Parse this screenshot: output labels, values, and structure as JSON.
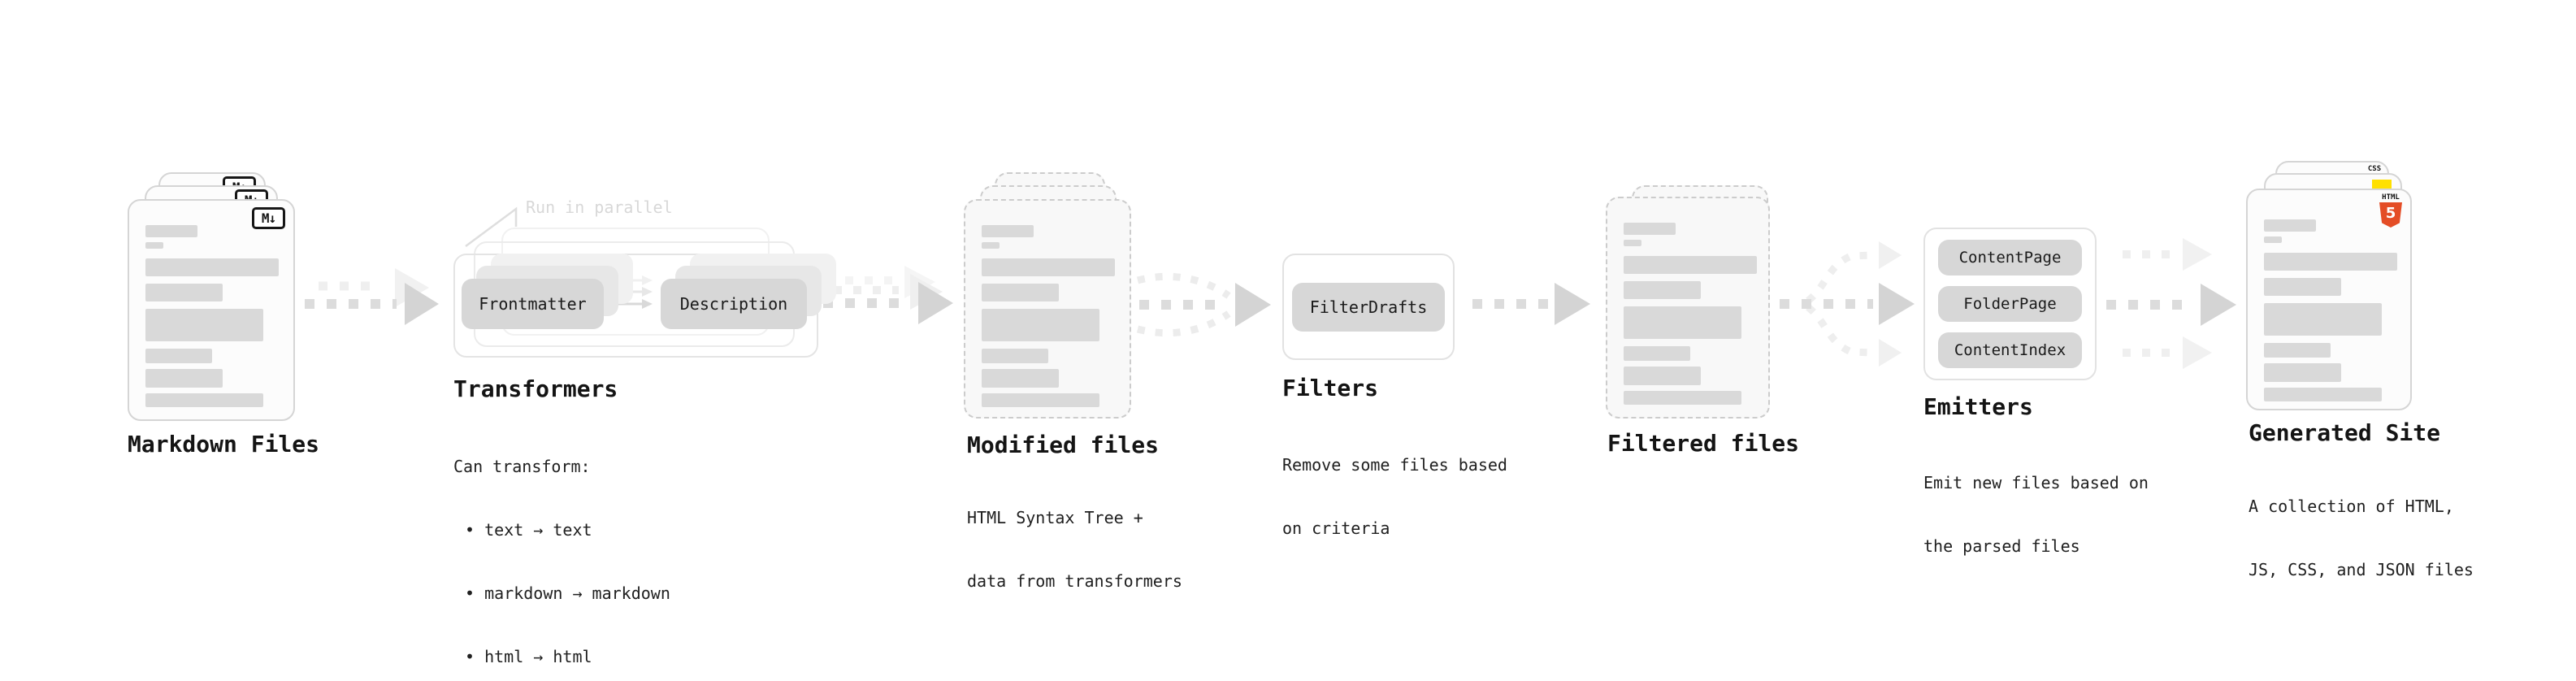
{
  "diagram_title_implicit": "Static site generation pipeline",
  "sections": {
    "markdown_files": {
      "label": "Markdown Files",
      "badge": "M↓"
    },
    "transformers": {
      "label": "Transformers",
      "note": "Run in parallel",
      "stages": [
        "Frontmatter",
        "Description"
      ],
      "desc_title": "Can transform:",
      "bullets": [
        "• text → text",
        "• markdown → markdown",
        "• html → html"
      ]
    },
    "modified_files": {
      "label": "Modified files",
      "desc_line1": "HTML Syntax Tree +",
      "desc_line2": "data from transformers"
    },
    "filters": {
      "label": "Filters",
      "items": [
        "FilterDrafts"
      ],
      "desc_line1": "Remove some files based",
      "desc_line2": "on criteria"
    },
    "filtered_files": {
      "label": "Filtered files"
    },
    "emitters": {
      "label": "Emitters",
      "items": [
        "ContentPage",
        "FolderPage",
        "ContentIndex"
      ],
      "desc_line1": "Emit new files based on",
      "desc_line2": "the parsed files"
    },
    "generated_site": {
      "label": "Generated Site",
      "desc_line1": "A collection of HTML,",
      "desc_line2": "JS, CSS, and JSON files",
      "badges": {
        "css": "CSS",
        "html_text": "HTML",
        "html_number": "5"
      }
    }
  },
  "colors": {
    "html5_orange": "#e44d26",
    "js_yellow": "#ffe000",
    "css_blue": "#2f6fe4",
    "skeleton_gray": "#d9d9d9",
    "arrow_gray": "#d4d4d4",
    "faint_gray": "#f0f0f0"
  }
}
